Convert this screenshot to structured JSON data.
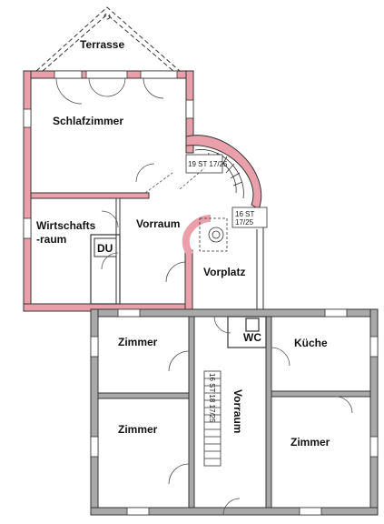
{
  "plan": {
    "rooms": {
      "terrasse": "Terrasse",
      "schlafzimmer": "Schlafzimmer",
      "wirtschaftsraum_1": "Wirtschafts",
      "wirtschaftsraum_2": "-raum",
      "vorraum_upper": "Vorraum",
      "vorplatz": "Vorplatz",
      "zimmer_1": "Zimmer",
      "zimmer_2": "Zimmer",
      "zimmer_3": "Zimmer",
      "kueche": "Küche",
      "vorraum_lower": "Vorraum",
      "wc_lower": "WC",
      "du_upper": "DU"
    },
    "stair_labels": {
      "spiral_top": "19 ST 17/25",
      "spiral_side": "16 ST",
      "spiral_side_2": "17/25",
      "straight": "16 ST 18 17/25"
    },
    "colors": {
      "new_wall": "#e9a0aa",
      "old_wall": "#a9a9a9",
      "wall_outline": "#333333"
    }
  }
}
